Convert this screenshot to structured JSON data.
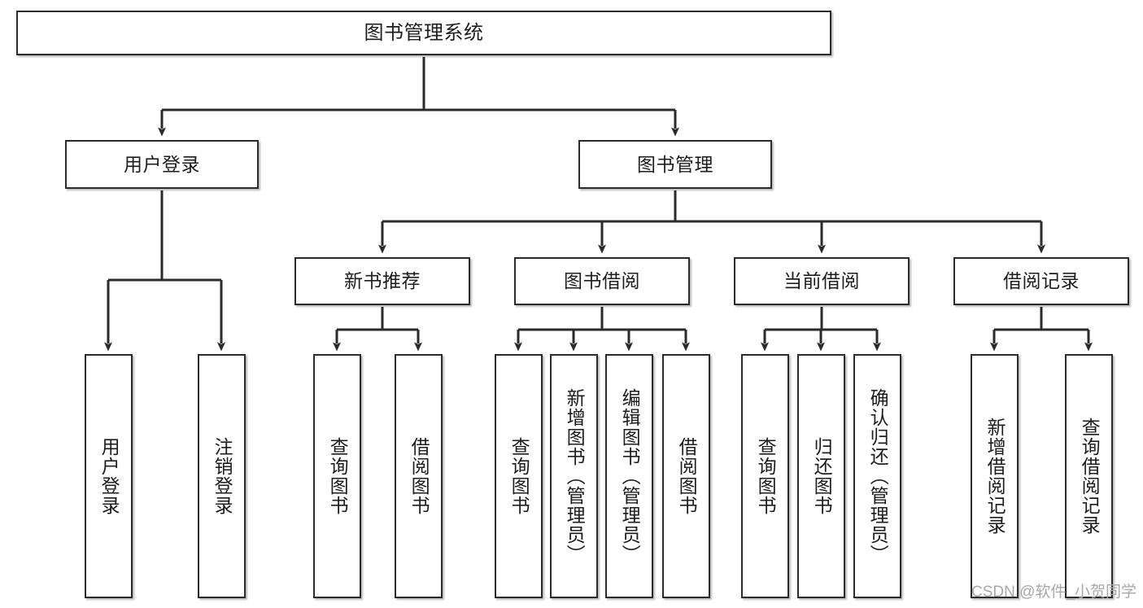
{
  "diagram": {
    "type": "tree-hierarchy",
    "title": "图书管理系统",
    "watermark": "CSDN @软件_小贺同学",
    "colors": {
      "box_border": "#2b2b2b",
      "box_fill": "#ffffff",
      "connector": "#2b2b2b",
      "text": "#1d1d1d",
      "watermark": "#a8a8a8",
      "background": "#ffffff"
    },
    "nodes": {
      "root": {
        "label": "图书管理系统"
      },
      "level2": [
        {
          "id": "user-login",
          "label": "用户登录"
        },
        {
          "id": "book-management",
          "label": "图书管理"
        }
      ],
      "level3": [
        {
          "id": "new-book-recommend",
          "label": "新书推荐"
        },
        {
          "id": "book-borrow",
          "label": "图书借阅"
        },
        {
          "id": "current-borrow",
          "label": "当前借阅"
        },
        {
          "id": "borrow-record",
          "label": "借阅记录"
        }
      ],
      "leaves": {
        "user-login": [
          {
            "id": "leaf-user-login",
            "label": "用户登录"
          },
          {
            "id": "leaf-logout",
            "label": "注销登录"
          }
        ],
        "new-book-recommend": [
          {
            "id": "leaf-query-book-1",
            "label": "查询图书"
          },
          {
            "id": "leaf-borrow-book-1",
            "label": "借阅图书"
          }
        ],
        "book-borrow": [
          {
            "id": "leaf-query-book-2",
            "label": "查询图书"
          },
          {
            "id": "leaf-add-book",
            "label": "新增图书（管理员）"
          },
          {
            "id": "leaf-edit-book",
            "label": "编辑图书（管理员）"
          },
          {
            "id": "leaf-borrow-book-2",
            "label": "借阅图书"
          }
        ],
        "current-borrow": [
          {
            "id": "leaf-query-book-3",
            "label": "查询图书"
          },
          {
            "id": "leaf-return-book",
            "label": "归还图书"
          },
          {
            "id": "leaf-confirm-return",
            "label": "确认归还（管理员）"
          }
        ],
        "borrow-record": [
          {
            "id": "leaf-add-record",
            "label": "新增借阅记录"
          },
          {
            "id": "leaf-query-record",
            "label": "查询借阅记录"
          }
        ]
      }
    }
  }
}
